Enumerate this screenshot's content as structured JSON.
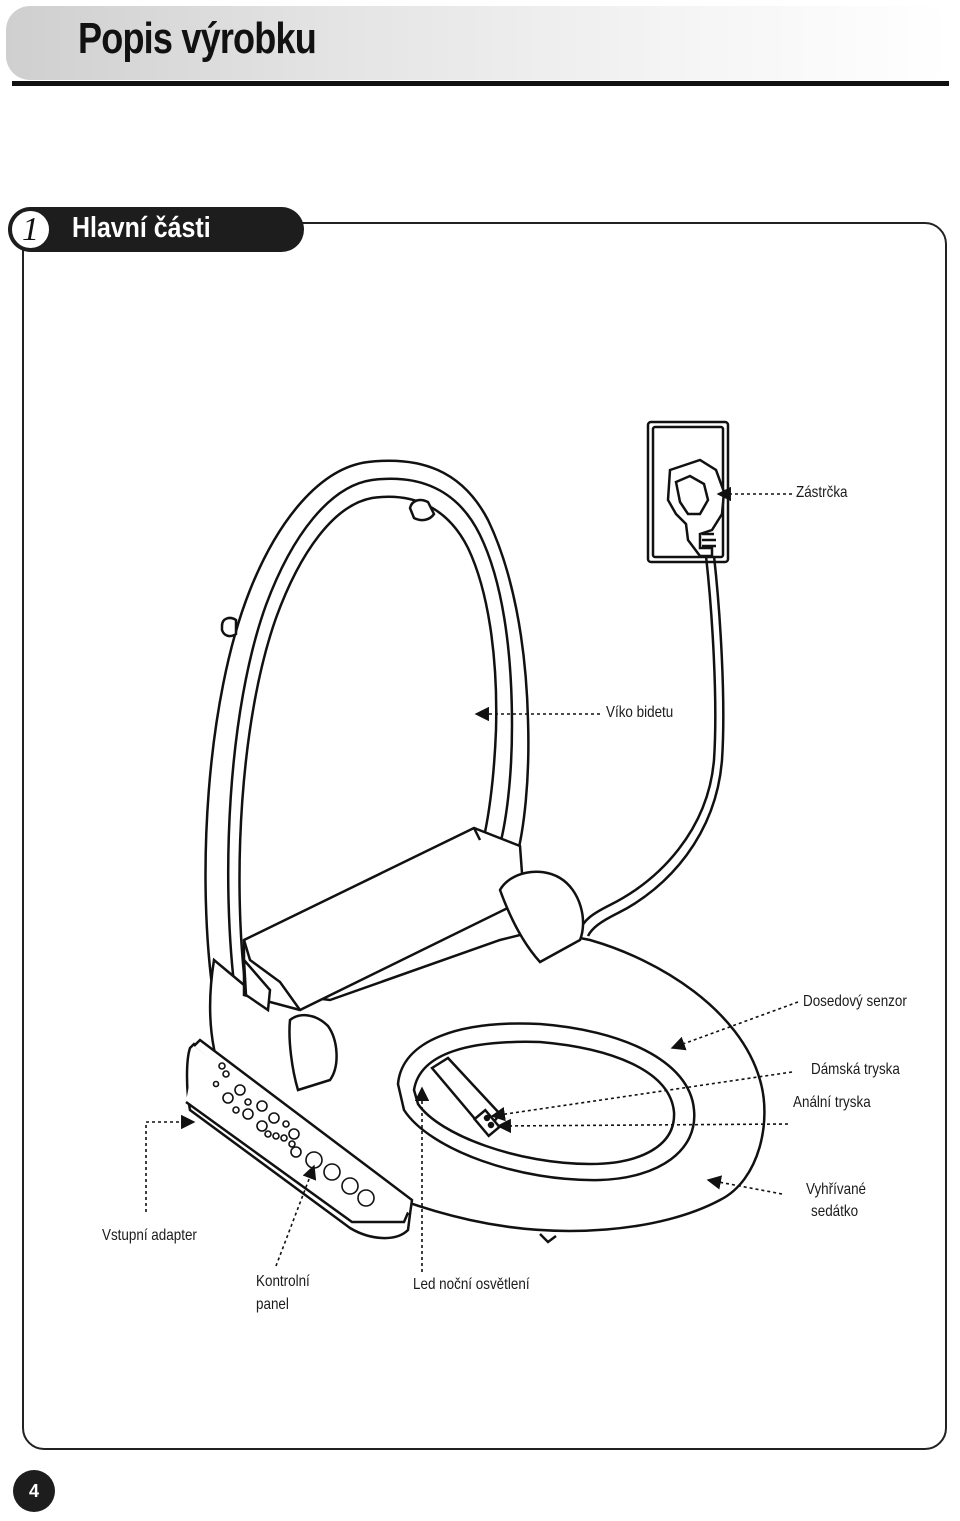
{
  "header": {
    "title": "Popis výrobku"
  },
  "section": {
    "number": "1",
    "title": "Hlavní části"
  },
  "callouts": {
    "plug": "Zástrčka",
    "lid": "Víko bidetu",
    "seat_sensor": "Dosedový senzor",
    "lady_nozzle": "Dámská tryska",
    "anal_nozzle": "Anální tryska",
    "heated_seat_line1": "Vyhřívané",
    "heated_seat_line2": "sedátko",
    "input_adapter": "Vstupní adapter",
    "control_panel_line1": "Kontrolní",
    "control_panel_line2": "panel",
    "night_light": "Led noční osvětlení"
  },
  "footer": {
    "page_number": "4"
  }
}
